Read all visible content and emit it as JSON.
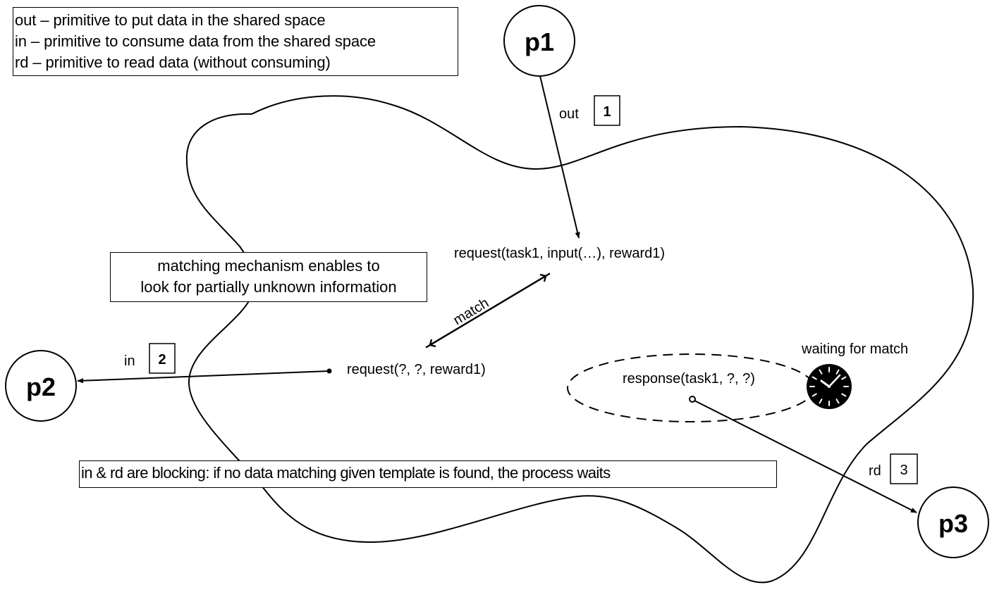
{
  "legend": {
    "lines": [
      "out – primitive to put data in the shared space",
      "in – primitive to consume data from the shared space",
      "rd – primitive to read data (without consuming)"
    ]
  },
  "processes": {
    "p1": "p1",
    "p2": "p2",
    "p3": "p3"
  },
  "operations": {
    "out": {
      "label": "out",
      "step": "1"
    },
    "in": {
      "label": "in",
      "step": "2"
    },
    "rd": {
      "label": "rd",
      "step": "3"
    }
  },
  "tuples": {
    "request_full": "request(task1, input(…), reward1)",
    "request_template": "request(?, ?, reward1)",
    "response_template": "response(task1, ?, ?)"
  },
  "labels": {
    "match": "match",
    "waiting": "waiting for match"
  },
  "notes": {
    "matching": [
      "matching mechanism enables to",
      "look for partially unknown information"
    ],
    "blocking": "in & rd are blocking: if no data matching given template is found, the process waits"
  },
  "icons": {
    "clock": "clock-icon"
  }
}
